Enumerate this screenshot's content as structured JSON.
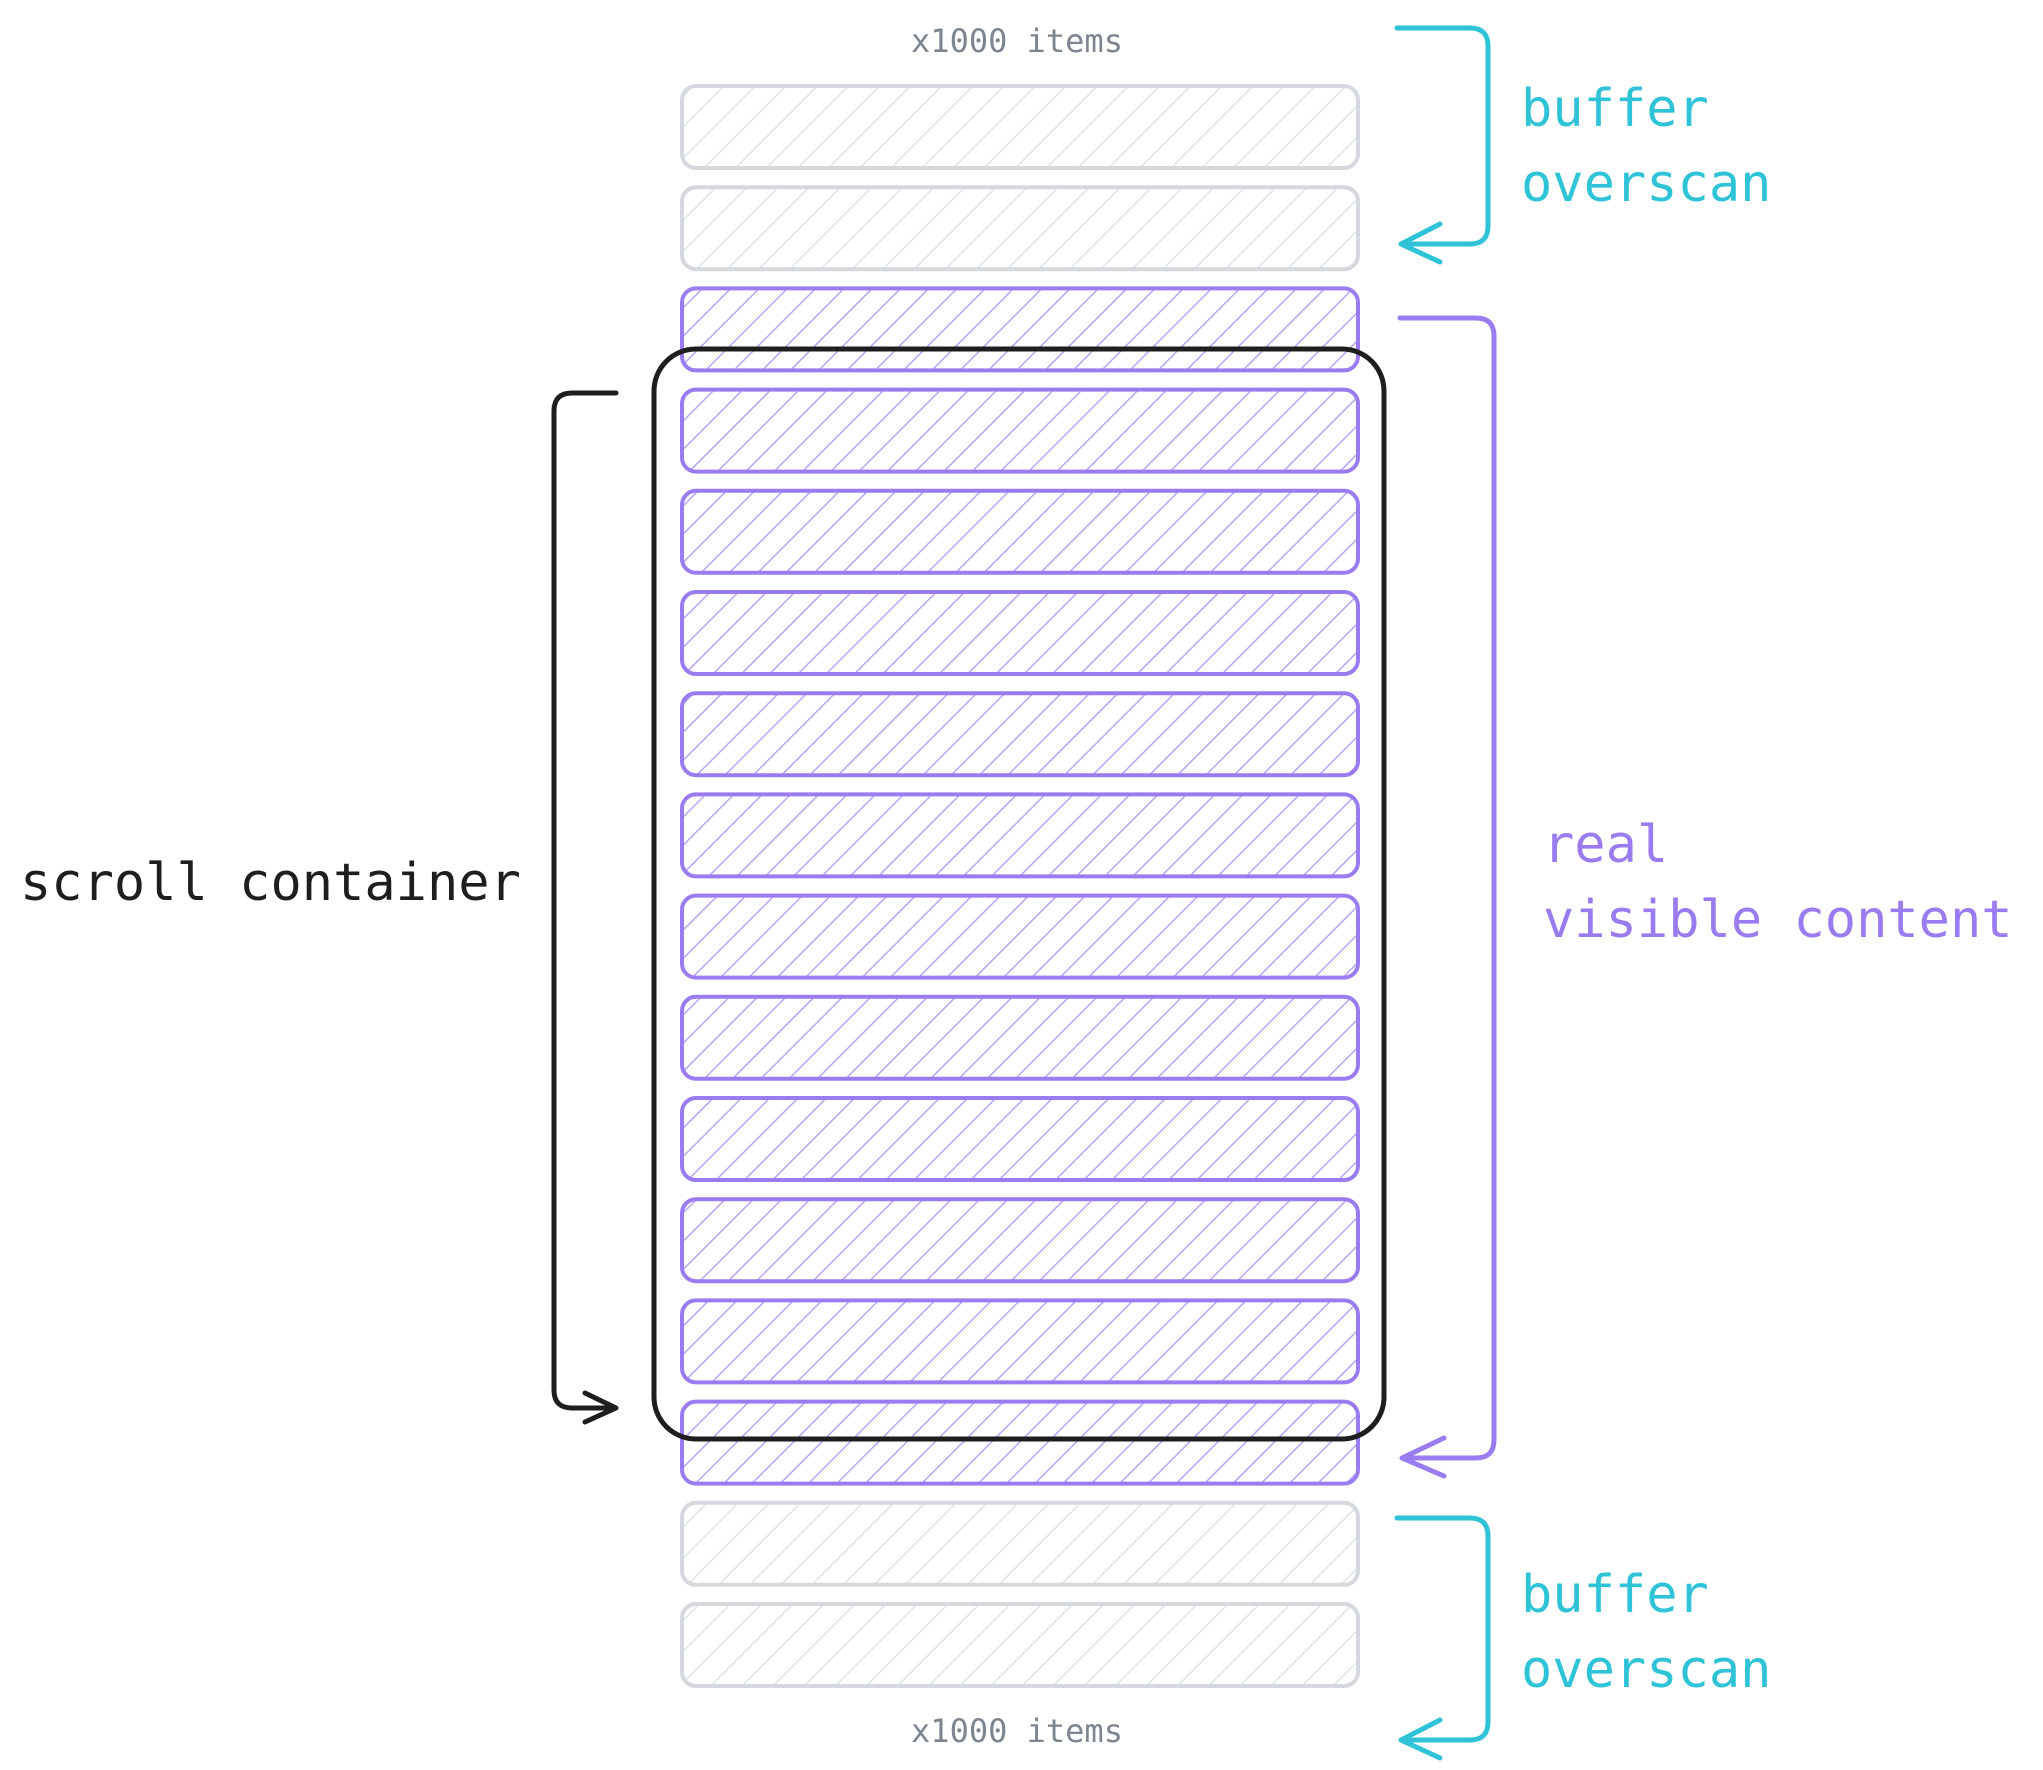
{
  "top_count_label": "x1000 items",
  "bottom_count_label": "x1000 items",
  "buffer_top": {
    "line1": "buffer",
    "line2": "overscan"
  },
  "buffer_bottom": {
    "line1": "buffer",
    "line2": "overscan"
  },
  "scroll_container_label": "scroll container",
  "real_visible": {
    "line1": "real",
    "line2": "visible content"
  },
  "items": [
    {
      "group": "buffer"
    },
    {
      "group": "buffer"
    },
    {
      "group": "visible"
    },
    {
      "group": "visible"
    },
    {
      "group": "visible"
    },
    {
      "group": "visible"
    },
    {
      "group": "visible"
    },
    {
      "group": "visible"
    },
    {
      "group": "visible"
    },
    {
      "group": "visible"
    },
    {
      "group": "visible"
    },
    {
      "group": "visible"
    },
    {
      "group": "visible"
    },
    {
      "group": "visible"
    },
    {
      "group": "buffer"
    },
    {
      "group": "buffer"
    }
  ],
  "colors": {
    "buffer_fill_stroke": "#d5d8dc",
    "buffer_hatch": "#e3e5e8",
    "visible_stroke": "#9b7cf0",
    "visible_hatch": "#b7a2f5",
    "container_stroke": "#1e1e1e",
    "cyan": "#2fc3d8",
    "purple": "#9b7cf0",
    "count_text": "#7d8590"
  }
}
